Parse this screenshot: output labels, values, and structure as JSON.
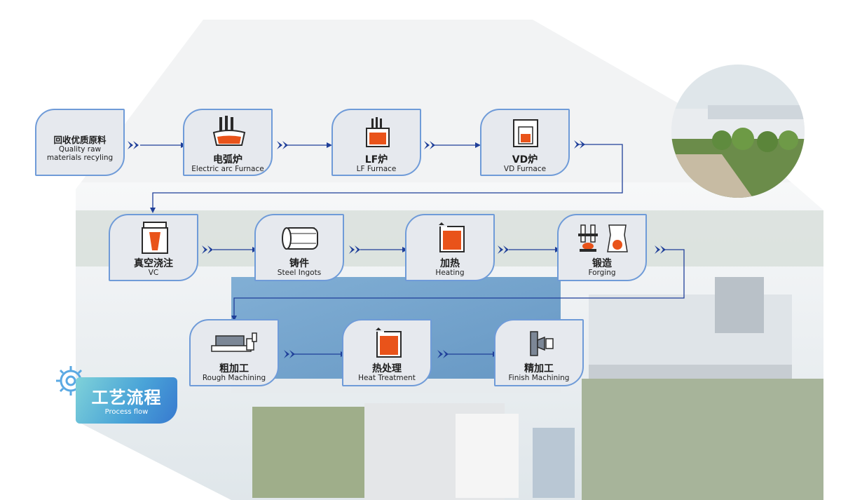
{
  "title": {
    "zh": "工艺流程",
    "en": "Process flow"
  },
  "steps": [
    {
      "zh": "回收优质原料",
      "en1": "Quality raw",
      "en2": "materials recyling",
      "icon": "raw-materials"
    },
    {
      "zh": "电弧炉",
      "en": "Electric arc Furnace",
      "icon": "electric-arc-furnace-icon"
    },
    {
      "zh": "LF炉",
      "en": "LF Furnace",
      "icon": "lf-furnace-icon"
    },
    {
      "zh": "VD炉",
      "en": "VD Furnace",
      "icon": "vd-furnace-icon"
    },
    {
      "zh": "真空浇注",
      "en": "VC",
      "icon": "vacuum-casting-icon"
    },
    {
      "zh": "铸件",
      "en": "Steel Ingots",
      "icon": "steel-ingots-icon"
    },
    {
      "zh": "加热",
      "en": "Heating",
      "icon": "heating-icon"
    },
    {
      "zh": "锻造",
      "en": "Forging",
      "icon": "forging-icon"
    },
    {
      "zh": "粗加工",
      "en": "Rough Machining",
      "icon": "rough-machining-icon"
    },
    {
      "zh": "热处理",
      "en": "Heat Treatment",
      "icon": "heat-treatment-icon"
    },
    {
      "zh": "精加工",
      "en": "Finish Machining",
      "icon": "finish-machining-icon"
    }
  ],
  "colors": {
    "card_border": "#6f9bd8",
    "card_fill": "#e6e9ee",
    "arrow": "#1f3f99",
    "accent": "#e9531a"
  }
}
